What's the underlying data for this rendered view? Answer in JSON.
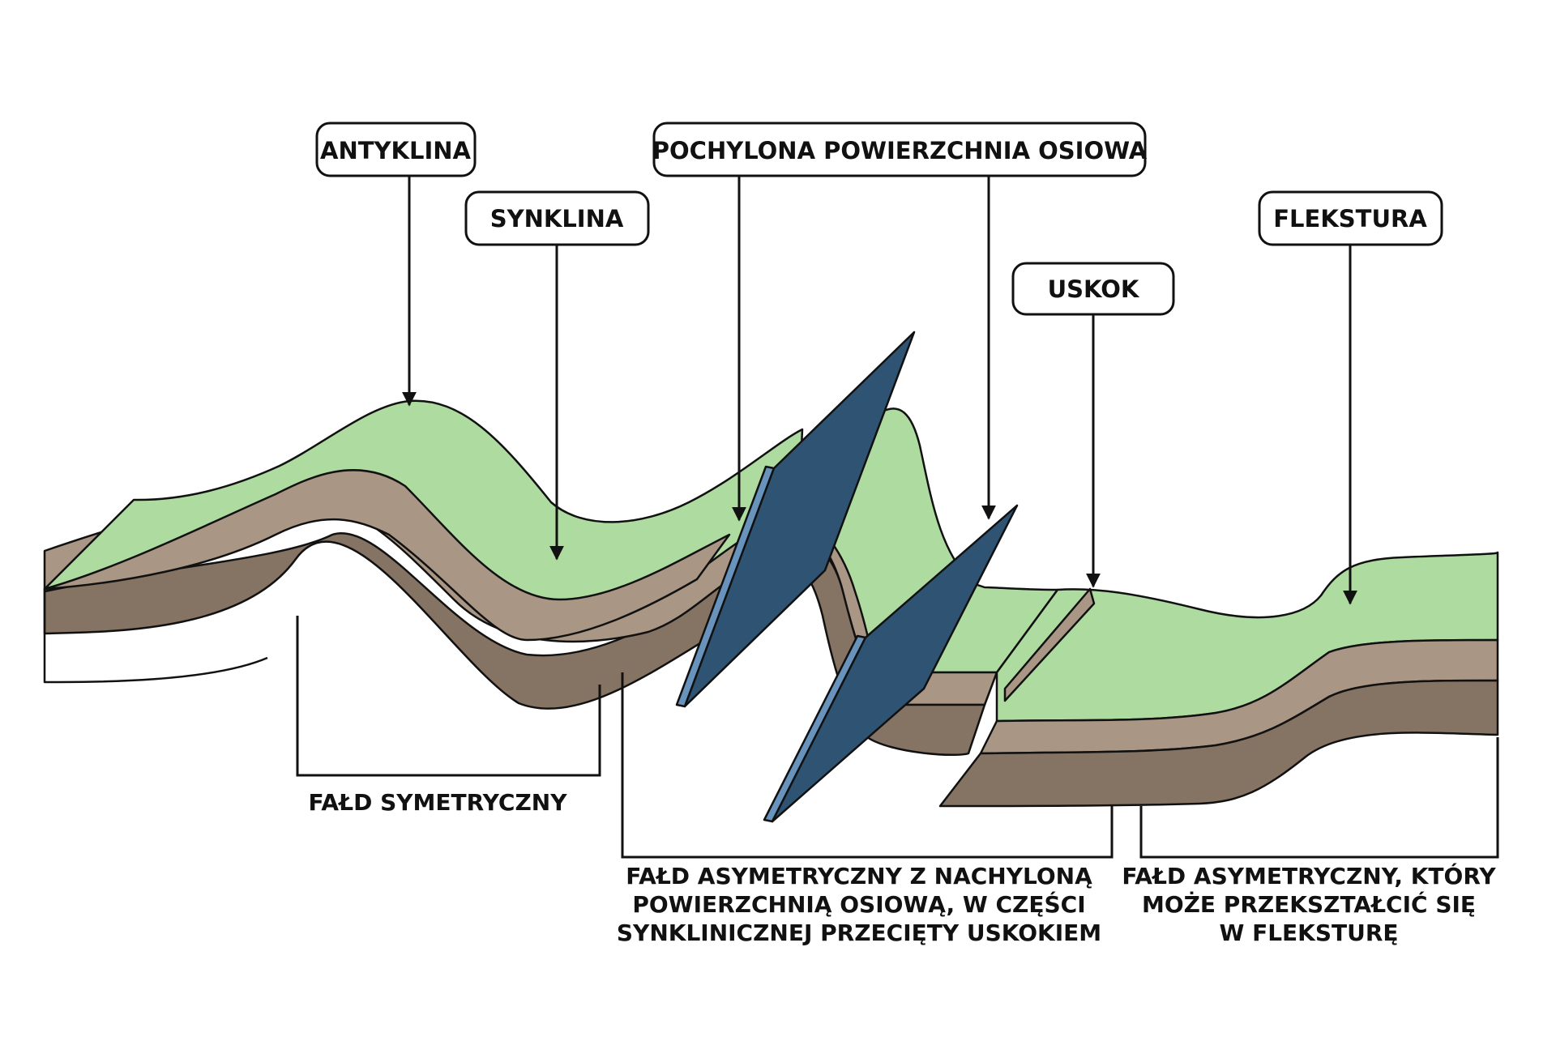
{
  "colors": {
    "green": "#aedba0",
    "tan": "#a99684",
    "brown": "#857363",
    "fault_plane": "#2f5372",
    "fault_edge": "#6893bd",
    "outline": "#111111"
  },
  "labels": {
    "antyklina": "ANTYKLINA",
    "synklina": "SYNKLINA",
    "axial_surface": "POCHYLONA POWIERZCHNIA OSIOWA",
    "uskok": "USKOK",
    "fleksura": "FLEKSTURA"
  },
  "captions": {
    "symmetric_fold": [
      "FAŁD SYMETRYCZNY"
    ],
    "asymmetric_fold_fault": [
      "FAŁD ASYMETRYCZNY Z NACHYLONĄ",
      "POWIERZCHNIĄ OSIOWĄ, W CZĘŚCI",
      "SYNKLINICZNEJ PRZECIĘTY USKOKIEM"
    ],
    "asymmetric_fold_flexure": [
      "FAŁD ASYMETRYCZNY, KTÓRY",
      "MOŻE PRZEKSZTAŁCIĆ SIĘ",
      "W FLEKSTURĘ"
    ]
  }
}
